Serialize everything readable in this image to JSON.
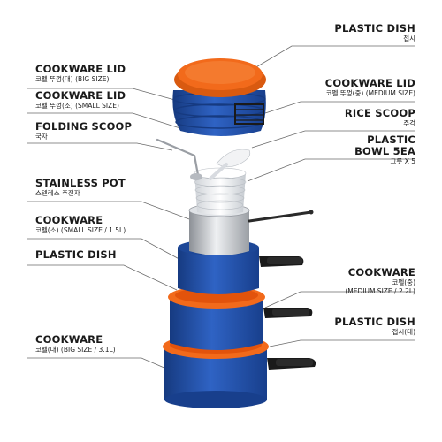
{
  "callouts": {
    "plastic_dish_top": {
      "title": "PLASTIC DISH",
      "sub": "접시"
    },
    "lid_big": {
      "title": "COOKWARE LID",
      "sub": "코펠 뚜껑(대) (BIG SIZE)"
    },
    "lid_medium": {
      "title": "COOKWARE LID",
      "sub": "코펠 뚜껑(중) (MEDIUM SIZE)"
    },
    "lid_small": {
      "title": "COOKWARE LID",
      "sub": "코펠 뚜껑(소) (SMALL SIZE)"
    },
    "rice_scoop": {
      "title": "RICE SCOOP",
      "sub": "주걱"
    },
    "folding_scoop": {
      "title": "FOLDING SCOOP",
      "sub": "국자"
    },
    "plastic_bowl": {
      "title": "PLASTIC",
      "title2": "BOWL 5EA",
      "sub": "그릇 X 5"
    },
    "stainless_pot": {
      "title": "STAINLESS POT",
      "sub": "스텐레스 주전자"
    },
    "cookware_small": {
      "title": "COOKWARE",
      "sub": "코펠(소) (SMALL SIZE / 1.5L)"
    },
    "plastic_dish_mid": {
      "title": "PLASTIC DISH",
      "sub": ""
    },
    "cookware_medium": {
      "title": "COOKWARE",
      "sub": "코펠(중)",
      "sub2": "(MEDIUM SIZE / 2.2L)"
    },
    "plastic_dish_big": {
      "title": "PLASTIC DISH",
      "sub": "접시(대)"
    },
    "cookware_big": {
      "title": "COOKWARE",
      "sub": "코펠(대) (BIG SIZE / 3.1L)"
    }
  },
  "colors": {
    "blue": "#1f4fa8",
    "blue_dark": "#163a80",
    "orange": "#f26a1b",
    "steel": "#c9ccd1",
    "leader": "#6b6b6b"
  }
}
